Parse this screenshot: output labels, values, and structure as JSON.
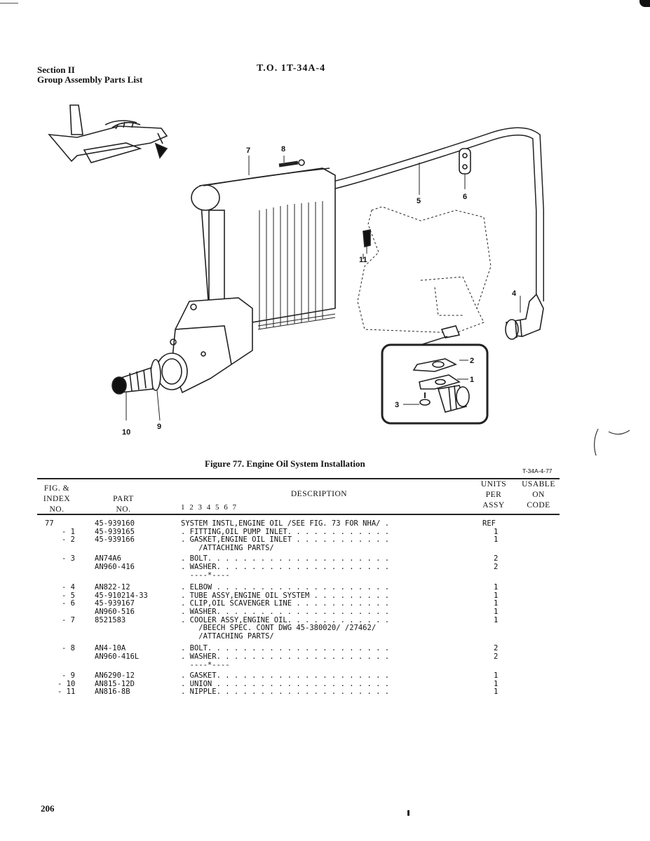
{
  "header": {
    "section": "Section II",
    "subtitle": "Group Assembly Parts List",
    "to_number": "T.O. 1T-34A-4"
  },
  "figure": {
    "caption": "Figure 77.  Engine Oil System Installation",
    "ref": "T-34A-4-77",
    "callouts": [
      "1",
      "2",
      "3",
      "4",
      "5",
      "6",
      "7",
      "8",
      "9",
      "10",
      "11"
    ]
  },
  "table_header": {
    "fig_index": [
      "FIG. &",
      "INDEX",
      "NO."
    ],
    "part_no": [
      "PART",
      "NO."
    ],
    "description": "DESCRIPTION",
    "indent_levels": "1 2 3 4 5 6 7",
    "units": [
      "UNITS",
      "PER",
      "ASSY"
    ],
    "usable": [
      "USABLE",
      "ON",
      "CODE"
    ]
  },
  "rows": [
    {
      "fig": "77",
      "idx": "",
      "part": "45-939160",
      "desc": "SYSTEM INSTL,ENGINE OIL /SEE FIG. 73 FOR NHA/ .",
      "units": "REF"
    },
    {
      "fig": "",
      "idx": "- 1",
      "part": "45-939165",
      "desc": ". FITTING,OIL PUMP INLET. . . . . . . . . . . .",
      "units": "1"
    },
    {
      "fig": "",
      "idx": "- 2",
      "part": "45-939166",
      "desc": ". GASKET,ENGINE OIL INLET . . . . . . . . . . .",
      "units": "1"
    },
    {
      "fig": "",
      "idx": "",
      "part": "",
      "desc": "    /ATTACHING PARTS/",
      "units": ""
    },
    {
      "fig": "",
      "idx": "- 3",
      "part": "AN74A6",
      "desc": ". BOLT. . . . . . . . . . . . . . . . . . . . .",
      "units": "2"
    },
    {
      "fig": "",
      "idx": "",
      "part": "AN960-416",
      "desc": ". WASHER. . . . . . . . . . . . . . . . . . . .",
      "units": "2"
    },
    {
      "fig": "",
      "idx": "",
      "part": "",
      "desc": "  ----*----",
      "units": ""
    },
    {
      "fig": "",
      "idx": "- 4",
      "part": "AN822-12",
      "desc": ". ELBOW . . . . . . . . . . . . . . . . . . . .",
      "units": "1"
    },
    {
      "fig": "",
      "idx": "- 5",
      "part": "45-910214-33",
      "desc": ". TUBE ASSY,ENGINE OIL SYSTEM . . . . . . . . .",
      "units": "1"
    },
    {
      "fig": "",
      "idx": "- 6",
      "part": "45-939167",
      "desc": ". CLIP,OIL SCAVENGER LINE . . . . . . . . . . .",
      "units": "1"
    },
    {
      "fig": "",
      "idx": "",
      "part": "AN960-516",
      "desc": ". WASHER. . . . . . . . . . . . . . . . . . . .",
      "units": "1"
    },
    {
      "fig": "",
      "idx": "- 7",
      "part": "8521583",
      "desc": ". COOLER ASSY,ENGINE OIL. . . . . . . . . . . .",
      "units": "1"
    },
    {
      "fig": "",
      "idx": "",
      "part": "",
      "desc": "    /BEECH SPEC. CONT DWG 45-380020/ /27462/",
      "units": ""
    },
    {
      "fig": "",
      "idx": "",
      "part": "",
      "desc": "    /ATTACHING PARTS/",
      "units": ""
    },
    {
      "fig": "",
      "idx": "- 8",
      "part": "AN4-10A",
      "desc": ". BOLT. . . . . . . . . . . . . . . . . . . . .",
      "units": "2"
    },
    {
      "fig": "",
      "idx": "",
      "part": "AN960-416L",
      "desc": ". WASHER. . . . . . . . . . . . . . . . . . . .",
      "units": "2"
    },
    {
      "fig": "",
      "idx": "",
      "part": "",
      "desc": "  ----*----",
      "units": ""
    },
    {
      "fig": "",
      "idx": "- 9",
      "part": "AN6290-12",
      "desc": ". GASKET. . . . . . . . . . . . . . . . . . . .",
      "units": "1"
    },
    {
      "fig": "",
      "idx": "- 10",
      "part": "AN815-12D",
      "desc": ". UNION . . . . . . . . . . . . . . . . . . . .",
      "units": "1"
    },
    {
      "fig": "",
      "idx": "- 11",
      "part": "AN816-8B",
      "desc": ". NIPPLE. . . . . . . . . . . . . . . . . . . .",
      "units": "1"
    }
  ],
  "footer": {
    "page_number": "206"
  }
}
